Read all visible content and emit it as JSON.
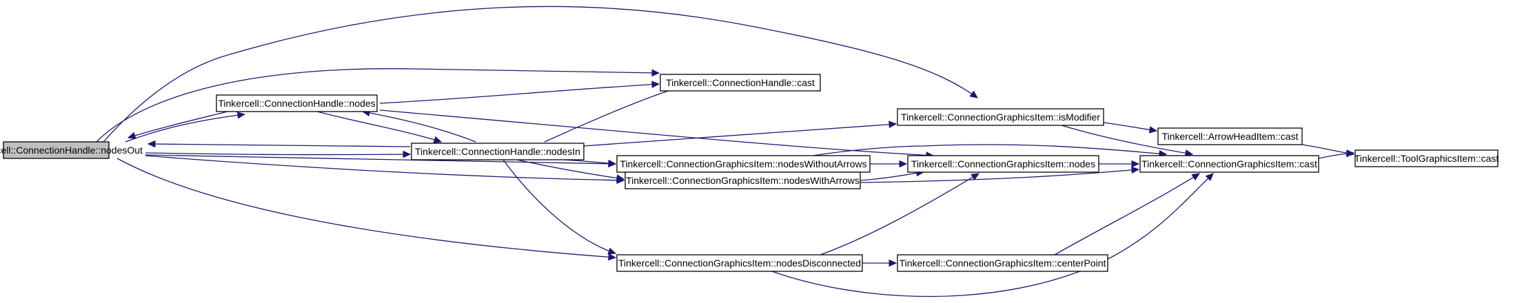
{
  "diagram": {
    "type": "call-graph",
    "colors": {
      "edge": "#191970",
      "root_node_fill": "#bfbfbf",
      "node_fill": "#ffffff",
      "node_border": "#000000"
    },
    "nodes": [
      {
        "id": "nodesOut",
        "label": "Tinkercell::ConnectionHandle::nodesOut",
        "root": true
      },
      {
        "id": "chNodes",
        "label": "Tinkercell::ConnectionHandle::nodes"
      },
      {
        "id": "chCast",
        "label": "Tinkercell::ConnectionHandle::cast"
      },
      {
        "id": "nodesIn",
        "label": "Tinkercell::ConnectionHandle::nodesIn"
      },
      {
        "id": "isModifier",
        "label": "Tinkercell::ConnectionGraphicsItem::isModifier"
      },
      {
        "id": "nodesWithoutArrows",
        "label": "Tinkercell::ConnectionGraphicsItem::nodesWithoutArrows"
      },
      {
        "id": "nodesWithArrows",
        "label": "Tinkercell::ConnectionGraphicsItem::nodesWithArrows"
      },
      {
        "id": "nodesDisconnected",
        "label": "Tinkercell::ConnectionGraphicsItem::nodesDisconnected"
      },
      {
        "id": "cgiNodes",
        "label": "Tinkercell::ConnectionGraphicsItem::nodes"
      },
      {
        "id": "centerPoint",
        "label": "Tinkercell::ConnectionGraphicsItem::centerPoint"
      },
      {
        "id": "arrowCast",
        "label": "Tinkercell::ArrowHeadItem::cast"
      },
      {
        "id": "cgiCast",
        "label": "Tinkercell::ConnectionGraphicsItem::cast"
      },
      {
        "id": "toolCast",
        "label": "Tinkercell::ToolGraphicsItem::cast"
      }
    ],
    "edges": [
      {
        "from": "nodesOut",
        "to": "chNodes"
      },
      {
        "from": "nodesOut",
        "to": "chCast"
      },
      {
        "from": "nodesOut",
        "to": "nodesIn"
      },
      {
        "from": "nodesOut",
        "to": "isModifier"
      },
      {
        "from": "nodesOut",
        "to": "nodesWithoutArrows"
      },
      {
        "from": "nodesOut",
        "to": "nodesWithArrows"
      },
      {
        "from": "nodesOut",
        "to": "nodesDisconnected"
      },
      {
        "from": "chNodes",
        "to": "nodesOut"
      },
      {
        "from": "chNodes",
        "to": "chCast"
      },
      {
        "from": "chNodes",
        "to": "nodesIn"
      },
      {
        "from": "chNodes",
        "to": "cgiNodes"
      },
      {
        "from": "nodesIn",
        "to": "nodesOut"
      },
      {
        "from": "nodesIn",
        "to": "chNodes"
      },
      {
        "from": "nodesIn",
        "to": "chCast"
      },
      {
        "from": "nodesIn",
        "to": "isModifier"
      },
      {
        "from": "nodesIn",
        "to": "nodesWithoutArrows"
      },
      {
        "from": "nodesIn",
        "to": "nodesWithArrows"
      },
      {
        "from": "nodesIn",
        "to": "nodesDisconnected"
      },
      {
        "from": "isModifier",
        "to": "arrowCast"
      },
      {
        "from": "isModifier",
        "to": "cgiCast"
      },
      {
        "from": "nodesWithoutArrows",
        "to": "cgiNodes"
      },
      {
        "from": "nodesWithoutArrows",
        "to": "cgiCast"
      },
      {
        "from": "nodesWithArrows",
        "to": "cgiNodes"
      },
      {
        "from": "nodesWithArrows",
        "to": "cgiCast"
      },
      {
        "from": "nodesDisconnected",
        "to": "cgiNodes"
      },
      {
        "from": "nodesDisconnected",
        "to": "centerPoint"
      },
      {
        "from": "nodesDisconnected",
        "to": "cgiCast"
      },
      {
        "from": "cgiNodes",
        "to": "cgiCast"
      },
      {
        "from": "centerPoint",
        "to": "cgiCast"
      },
      {
        "from": "arrowCast",
        "to": "toolCast"
      },
      {
        "from": "cgiCast",
        "to": "toolCast"
      }
    ]
  }
}
